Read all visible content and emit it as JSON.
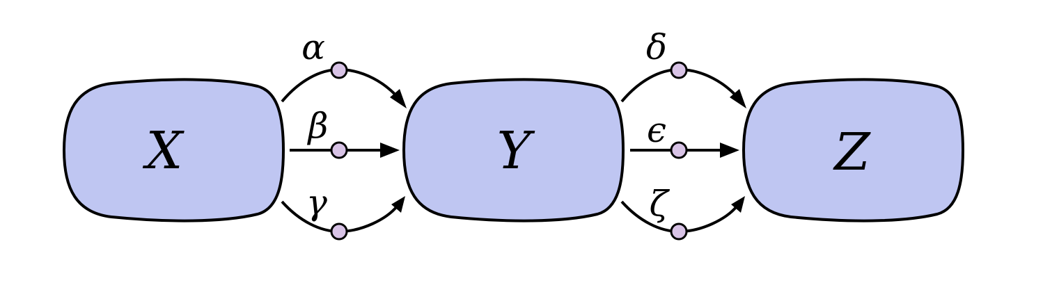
{
  "diagram": {
    "colors": {
      "node_fill": "#bfc6f2",
      "dot_fill": "#d8c3e6",
      "stroke": "#000000"
    },
    "nodes": [
      {
        "id": "X",
        "label": "X"
      },
      {
        "id": "Y",
        "label": "Y"
      },
      {
        "id": "Z",
        "label": "Z"
      }
    ],
    "edges": [
      {
        "id": "alpha",
        "from": "X",
        "to": "Y",
        "label": "α"
      },
      {
        "id": "beta",
        "from": "X",
        "to": "Y",
        "label": "β"
      },
      {
        "id": "gamma",
        "from": "X",
        "to": "Y",
        "label": "γ"
      },
      {
        "id": "delta",
        "from": "Y",
        "to": "Z",
        "label": "δ"
      },
      {
        "id": "epsilon",
        "from": "Y",
        "to": "Z",
        "label": "ϵ"
      },
      {
        "id": "zeta",
        "from": "Y",
        "to": "Z",
        "label": "ζ"
      }
    ]
  }
}
